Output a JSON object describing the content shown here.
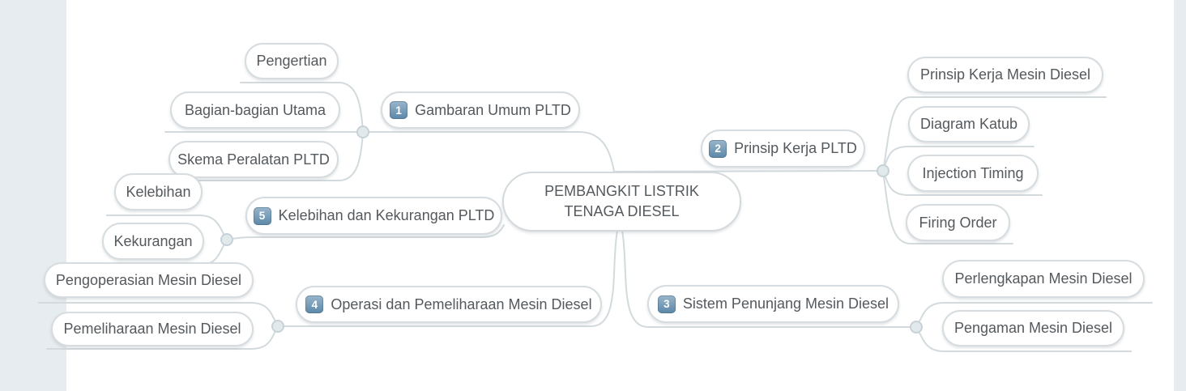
{
  "mindmap": {
    "root": {
      "label": "PEMBANGKIT LISTRIK TENAGA DIESEL"
    },
    "branches": [
      {
        "badge": "1",
        "label": "Gambaran Umum PLTD",
        "children": [
          {
            "label": "Pengertian"
          },
          {
            "label": "Bagian-bagian Utama"
          },
          {
            "label": "Skema Peralatan PLTD"
          }
        ]
      },
      {
        "badge": "2",
        "label": "Prinsip Kerja PLTD",
        "children": [
          {
            "label": "Prinsip Kerja Mesin Diesel"
          },
          {
            "label": "Diagram Katub"
          },
          {
            "label": "Injection Timing"
          },
          {
            "label": "Firing Order"
          }
        ]
      },
      {
        "badge": "3",
        "label": "Sistem Penunjang Mesin Diesel",
        "children": [
          {
            "label": "Perlengkapan Mesin Diesel"
          },
          {
            "label": "Pengaman Mesin Diesel"
          }
        ]
      },
      {
        "badge": "4",
        "label": "Operasi dan Pemeliharaan Mesin Diesel",
        "children": [
          {
            "label": "Pengoperasian Mesin Diesel"
          },
          {
            "label": "Pemeliharaan Mesin Diesel"
          }
        ]
      },
      {
        "badge": "5",
        "label": "Kelebihan dan Kekurangan PLTD",
        "children": [
          {
            "label": "Kelebihan"
          },
          {
            "label": "Kekurangan"
          }
        ]
      }
    ]
  },
  "colors": {
    "page_margin": "#e6ecef",
    "canvas": "#ffffff",
    "node_border": "#d6dcdf",
    "connector_line": "#d2dadd",
    "connector_dot_fill": "#e2e9ec",
    "connector_dot_border": "#c7d2d7",
    "text": "#54595d",
    "badge_top": "#9ab6cb",
    "badge_bottom": "#5b87a8"
  }
}
